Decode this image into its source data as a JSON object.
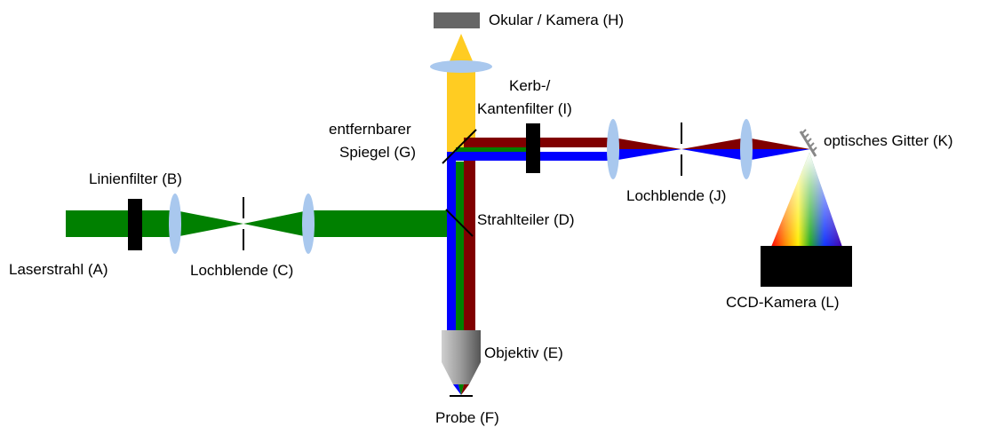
{
  "labels": {
    "laser": "Laserstrahl (A)",
    "line_filter": "Linienfilter (B)",
    "pinhole_c": "Lochblende (C)",
    "beamsplitter": "Strahlteiler (D)",
    "objective": "Objektiv (E)",
    "sample": "Probe (F)",
    "mirror_line1": "entfernbarer",
    "mirror_line2": "Spiegel (G)",
    "eyepiece": "Okular / Kamera (H)",
    "notch_line1": "Kerb-/",
    "notch_line2": "Kantenfilter (I)",
    "pinhole_j": "Lochblende (J)",
    "grating": "optisches Gitter (K)",
    "ccd": "CCD-Kamera (L)"
  },
  "colors": {
    "laser_green": "#008000",
    "raman_red": "#800000",
    "raman_blue": "#0000ff",
    "imaging_yellow": "#ffcc22",
    "lens_blue": "#a9c8ee",
    "block_black": "#000000",
    "camera_gray": "#666666"
  }
}
